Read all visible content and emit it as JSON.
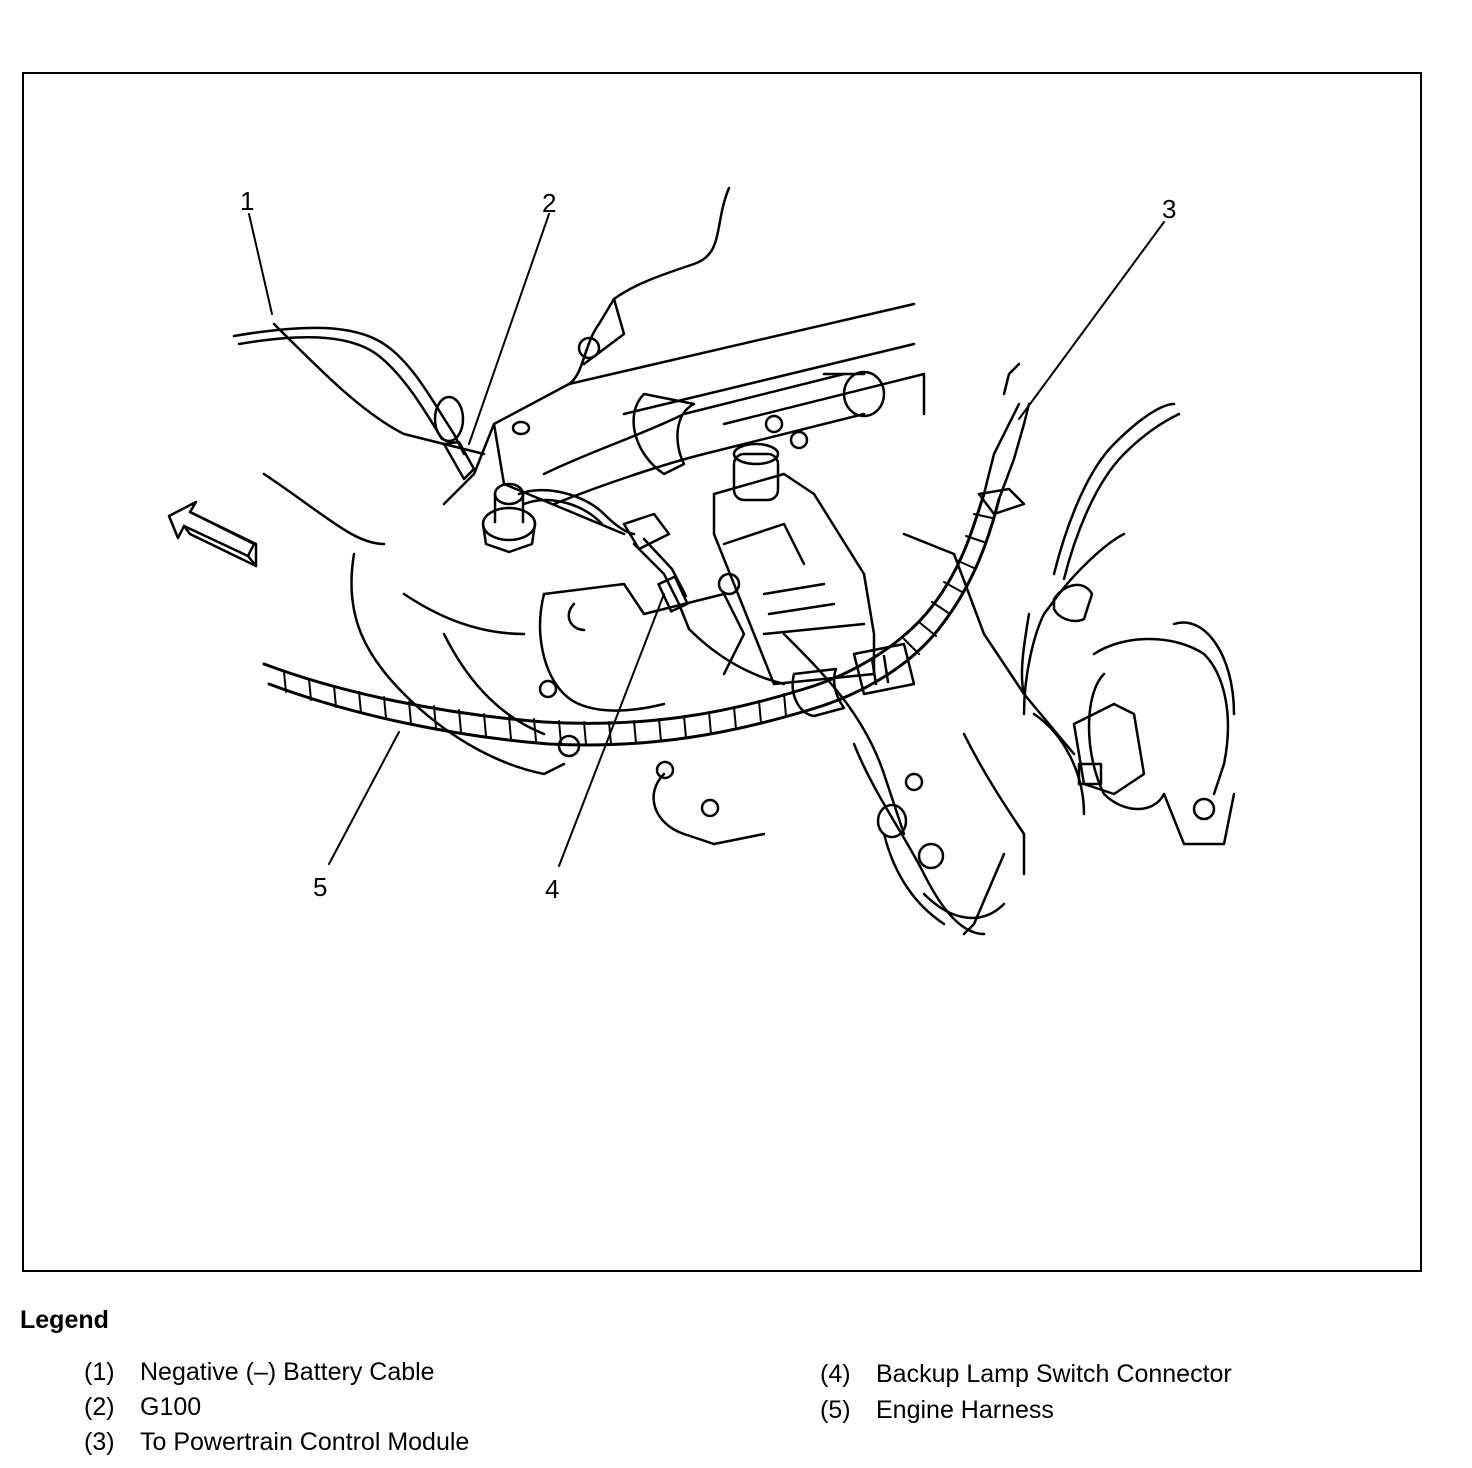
{
  "callouts": [
    "1",
    "2",
    "3",
    "4",
    "5"
  ],
  "legend": {
    "title": "Legend",
    "items": [
      {
        "num": "(1)",
        "label": "Negative (–) Battery Cable"
      },
      {
        "num": "(2)",
        "label": "G100"
      },
      {
        "num": "(3)",
        "label": "To Powertrain Control Module"
      },
      {
        "num": "(4)",
        "label": "Backup Lamp Switch Connector"
      },
      {
        "num": "(5)",
        "label": "Engine Harness"
      }
    ]
  }
}
